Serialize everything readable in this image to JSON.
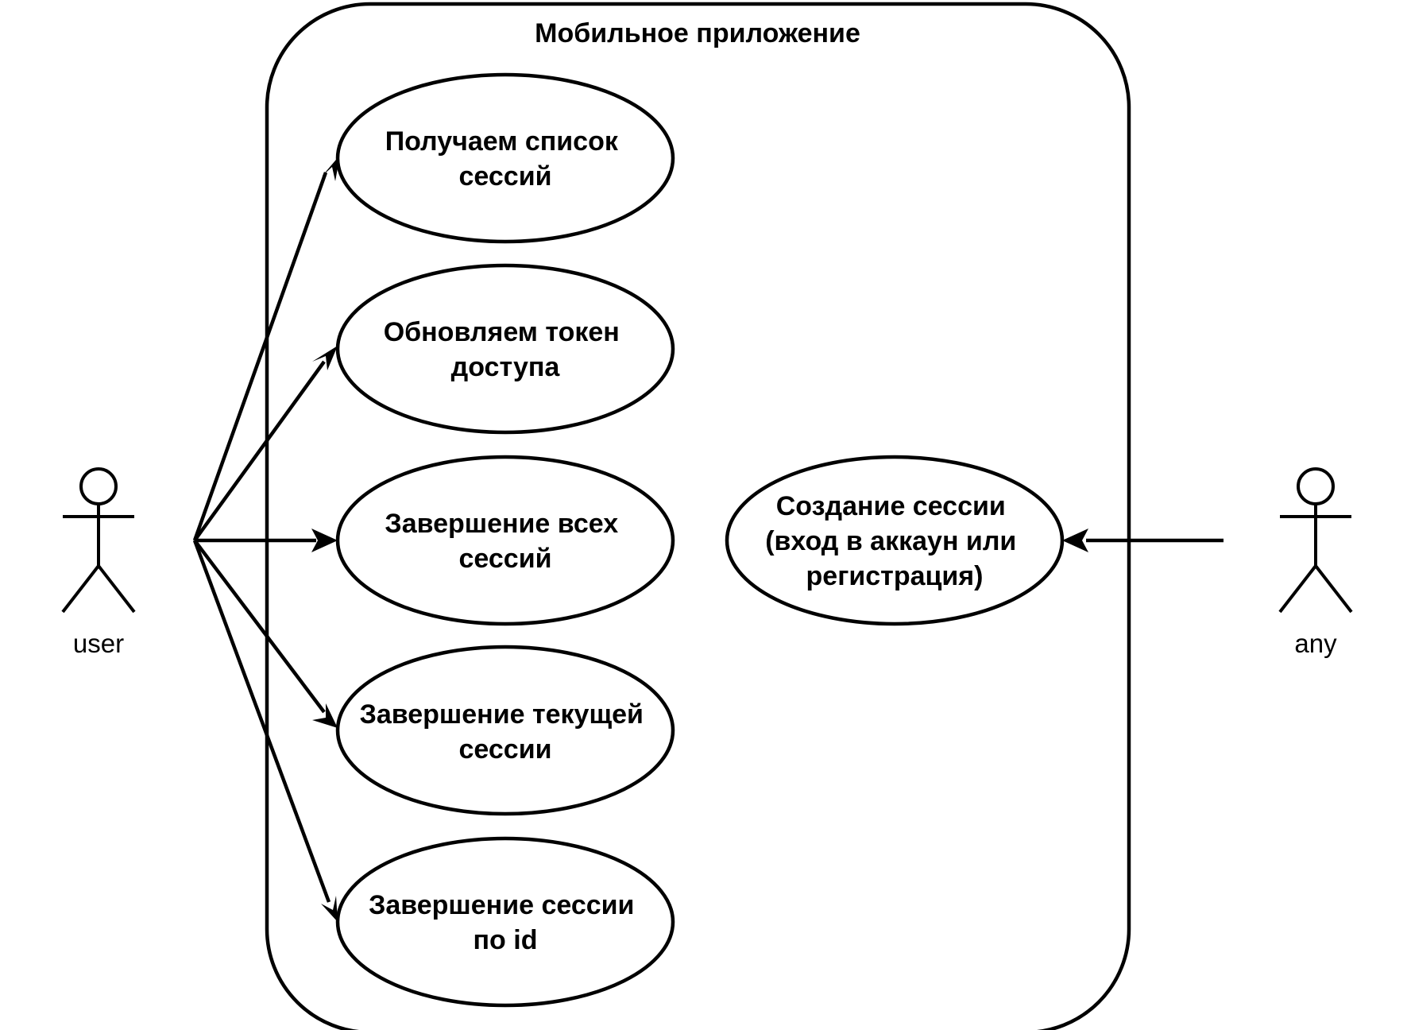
{
  "system": {
    "title": "Мобильное приложение"
  },
  "actors": {
    "user": {
      "label": "user"
    },
    "any": {
      "label": "any"
    }
  },
  "use_cases": {
    "get_sessions": {
      "lines": [
        "Получаем список",
        "сессий"
      ]
    },
    "refresh_token": {
      "lines": [
        "Обновляем токен",
        "доступа"
      ]
    },
    "end_all": {
      "lines": [
        "Завершение всех",
        "сессий"
      ]
    },
    "end_current": {
      "lines": [
        "Завершение текущей",
        "сессии"
      ]
    },
    "end_by_id": {
      "lines": [
        "Завершение сессии",
        "по id"
      ]
    },
    "create_session": {
      "lines": [
        "Создание сессии",
        "(вход в аккаун или",
        "регистрация)"
      ]
    }
  }
}
